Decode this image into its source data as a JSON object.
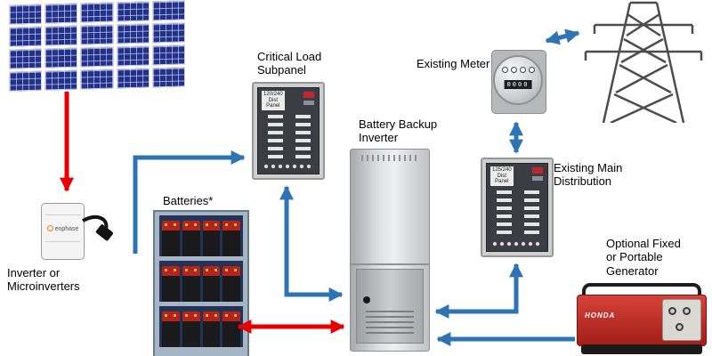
{
  "colors": {
    "arrow_blue": "#2e74b5",
    "arrow_red": "#e60000"
  },
  "nodes": {
    "microinverter": {
      "brand": "enphase",
      "label": "Inverter or\nMicroinverters"
    },
    "critical_subpanel": {
      "label": "Critical Load\nSubpanel",
      "panel_text": "120/240\nDist\nPanel"
    },
    "batteries": {
      "label": "Batteries*"
    },
    "backup_inverter": {
      "label": "Battery Backup\nInverter"
    },
    "meter": {
      "label": "Existing Meter",
      "register": "0000"
    },
    "main_distribution": {
      "label": "Existing Main\nDistribution",
      "panel_text": "125/240\nDist\nPanel"
    },
    "generator": {
      "label": "Optional Fixed\nor Portable\nGenerator",
      "brand": "HONDA"
    }
  }
}
